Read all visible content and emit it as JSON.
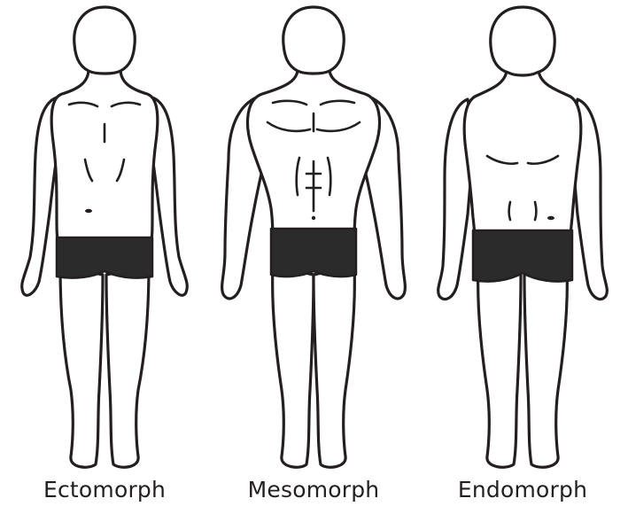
{
  "colors": {
    "outline": "#231f20",
    "shorts": "#2b2b2b",
    "background": "#ffffff"
  },
  "figures": [
    {
      "label": "Ectomorph"
    },
    {
      "label": "Mesomorph"
    },
    {
      "label": "Endomorph"
    }
  ]
}
